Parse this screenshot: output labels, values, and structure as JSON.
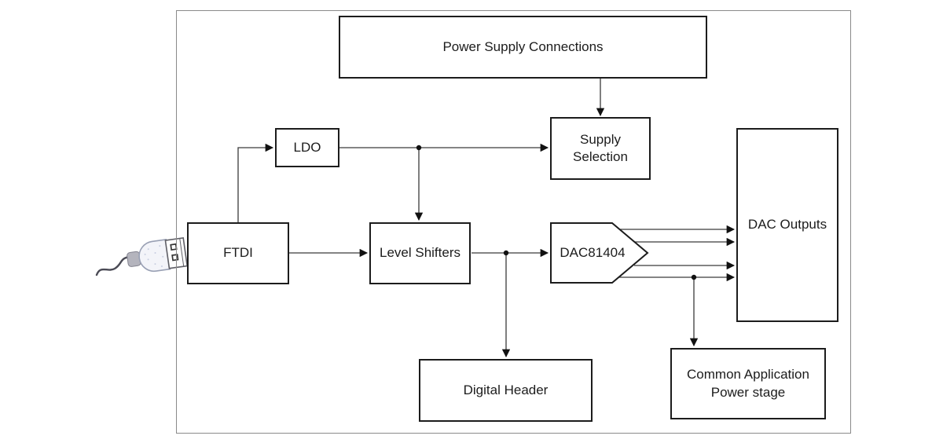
{
  "diagram": {
    "type": "block-diagram",
    "nodes": {
      "power_supply_connections": {
        "label": "Power Supply Connections"
      },
      "supply_selection": {
        "label": "Supply\nSelection"
      },
      "ldo": {
        "label": "LDO"
      },
      "ftdi": {
        "label": "FTDI"
      },
      "level_shifters": {
        "label": "Level Shifters"
      },
      "dac81404": {
        "label": "DAC81404"
      },
      "dac_outputs": {
        "label": "DAC Outputs"
      },
      "digital_header": {
        "label": "Digital Header"
      },
      "common_application_power_stage": {
        "label": "Common Application\nPower stage"
      }
    },
    "icons": {
      "usb": "usb-connector-icon"
    },
    "colors": {
      "background": "#ffffff",
      "box_border": "#1c1c1c",
      "frame_border": "#8a8a8a",
      "connector_line": "#3a3a3a",
      "arrowhead": "#111111",
      "text": "#1c1c1c"
    }
  }
}
